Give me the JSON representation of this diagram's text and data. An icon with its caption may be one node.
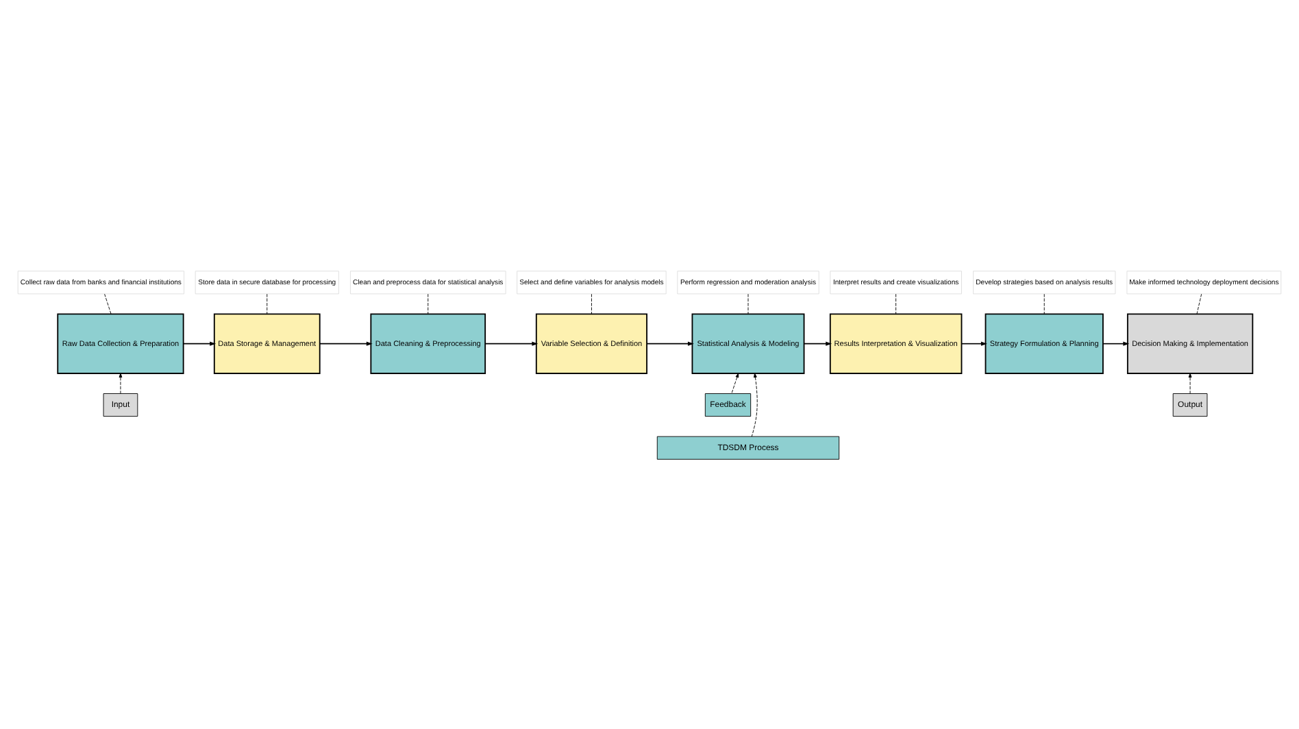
{
  "diagram": {
    "nodes": [
      {
        "text": [
          "Collect raw data from banks and financial institutions"
        ]
      },
      {
        "text": [
          "Store data in secure database for processing"
        ]
      },
      {
        "text": [
          "Clean and preprocess data for statistical analysis"
        ]
      },
      {
        "text": [
          "Select and define variables for analysis models"
        ]
      },
      {
        "text": [
          "Perform regression and moderation analysis"
        ]
      },
      {
        "text": [
          "Interpret results and create visualizations"
        ]
      },
      {
        "text": [
          "Develop strategies based on analysis results"
        ]
      },
      {
        "text": [
          "Make informed technology deployment decisions"
        ]
      },
      {
        "text": [
          "Raw Data Collection & Preparation"
        ]
      },
      {
        "text": [
          "Data Storage & Management"
        ]
      },
      {
        "text": [
          "Data Cleaning & Preprocessing"
        ]
      },
      {
        "text": [
          "Variable Selection & Definition"
        ]
      },
      {
        "text": [
          "Statistical Analysis & Modeling"
        ]
      },
      {
        "text": [
          "Results Interpretation & Visualization"
        ]
      },
      {
        "text": [
          "Strategy Formulation & Planning"
        ]
      },
      {
        "text": [
          "Decision Making & Implementation"
        ]
      },
      {
        "text": [
          "Input"
        ]
      },
      {
        "text": [
          "Feedback"
        ]
      },
      {
        "text": [
          "Output"
        ]
      },
      {
        "text": [
          "TDSDM Process"
        ]
      }
    ],
    "edges": [
      {
        "from": 0,
        "to": 8,
        "arrow": "none",
        "style": "dashed"
      },
      {
        "from": 1,
        "to": 9,
        "arrow": "none",
        "style": "dashed"
      },
      {
        "from": 2,
        "to": 10,
        "arrow": "none",
        "style": "dashed"
      },
      {
        "from": 3,
        "to": 11,
        "arrow": "none",
        "style": "dashed"
      },
      {
        "from": 4,
        "to": 12,
        "arrow": "none",
        "style": "dashed"
      },
      {
        "from": 5,
        "to": 13,
        "arrow": "none",
        "style": "dashed"
      },
      {
        "from": 6,
        "to": 14,
        "arrow": "none",
        "style": "dashed"
      },
      {
        "from": 7,
        "to": 15,
        "arrow": "none",
        "style": "dashed"
      },
      {
        "from": 8,
        "to": 9,
        "arrow": "to"
      },
      {
        "from": 9,
        "to": 10,
        "arrow": "to"
      },
      {
        "from": 10,
        "to": 11,
        "arrow": "to"
      },
      {
        "from": 11,
        "to": 12,
        "arrow": "to"
      },
      {
        "from": 12,
        "to": 13,
        "arrow": "to"
      },
      {
        "from": 13,
        "to": 14,
        "arrow": "to"
      },
      {
        "from": 14,
        "to": 15,
        "arrow": "to"
      },
      {
        "from": 16,
        "to": 8,
        "arrow": "to",
        "style": "dashed"
      },
      {
        "from": 18,
        "to": 15,
        "arrow": "to",
        "style": "dashed"
      },
      {
        "from": 17,
        "to": 12,
        "arrow": "to",
        "style": "dashed"
      },
      {
        "from": 19,
        "to": 12,
        "arrow": "to",
        "style": "dashed"
      }
    ]
  }
}
